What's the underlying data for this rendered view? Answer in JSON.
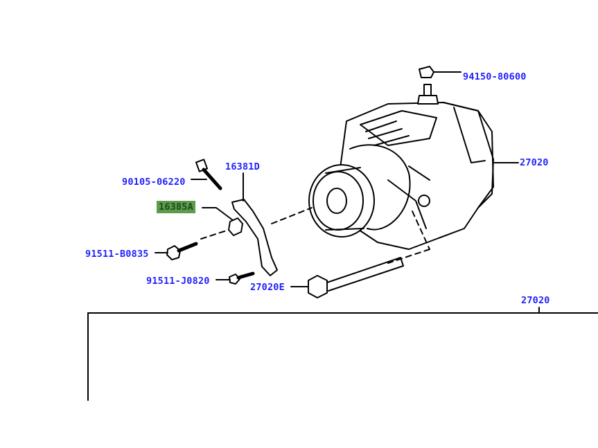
{
  "parts": [
    {
      "id": "p1",
      "label": "94150-80600"
    },
    {
      "id": "p2",
      "label": "27020"
    },
    {
      "id": "p3",
      "label": "16381D"
    },
    {
      "id": "p4",
      "label": "90105-06220"
    },
    {
      "id": "p5",
      "label": "16385A",
      "highlighted": true
    },
    {
      "id": "p6",
      "label": "91511-B0835"
    },
    {
      "id": "p7",
      "label": "91511-J0820"
    },
    {
      "id": "p8",
      "label": "27020E"
    },
    {
      "id": "p9",
      "label": "27020"
    }
  ],
  "colors": {
    "label": "#1f1fff",
    "highlight_bg": "#5c9c4c",
    "highlight_text": "#1d4a1d",
    "line": "#000000"
  }
}
